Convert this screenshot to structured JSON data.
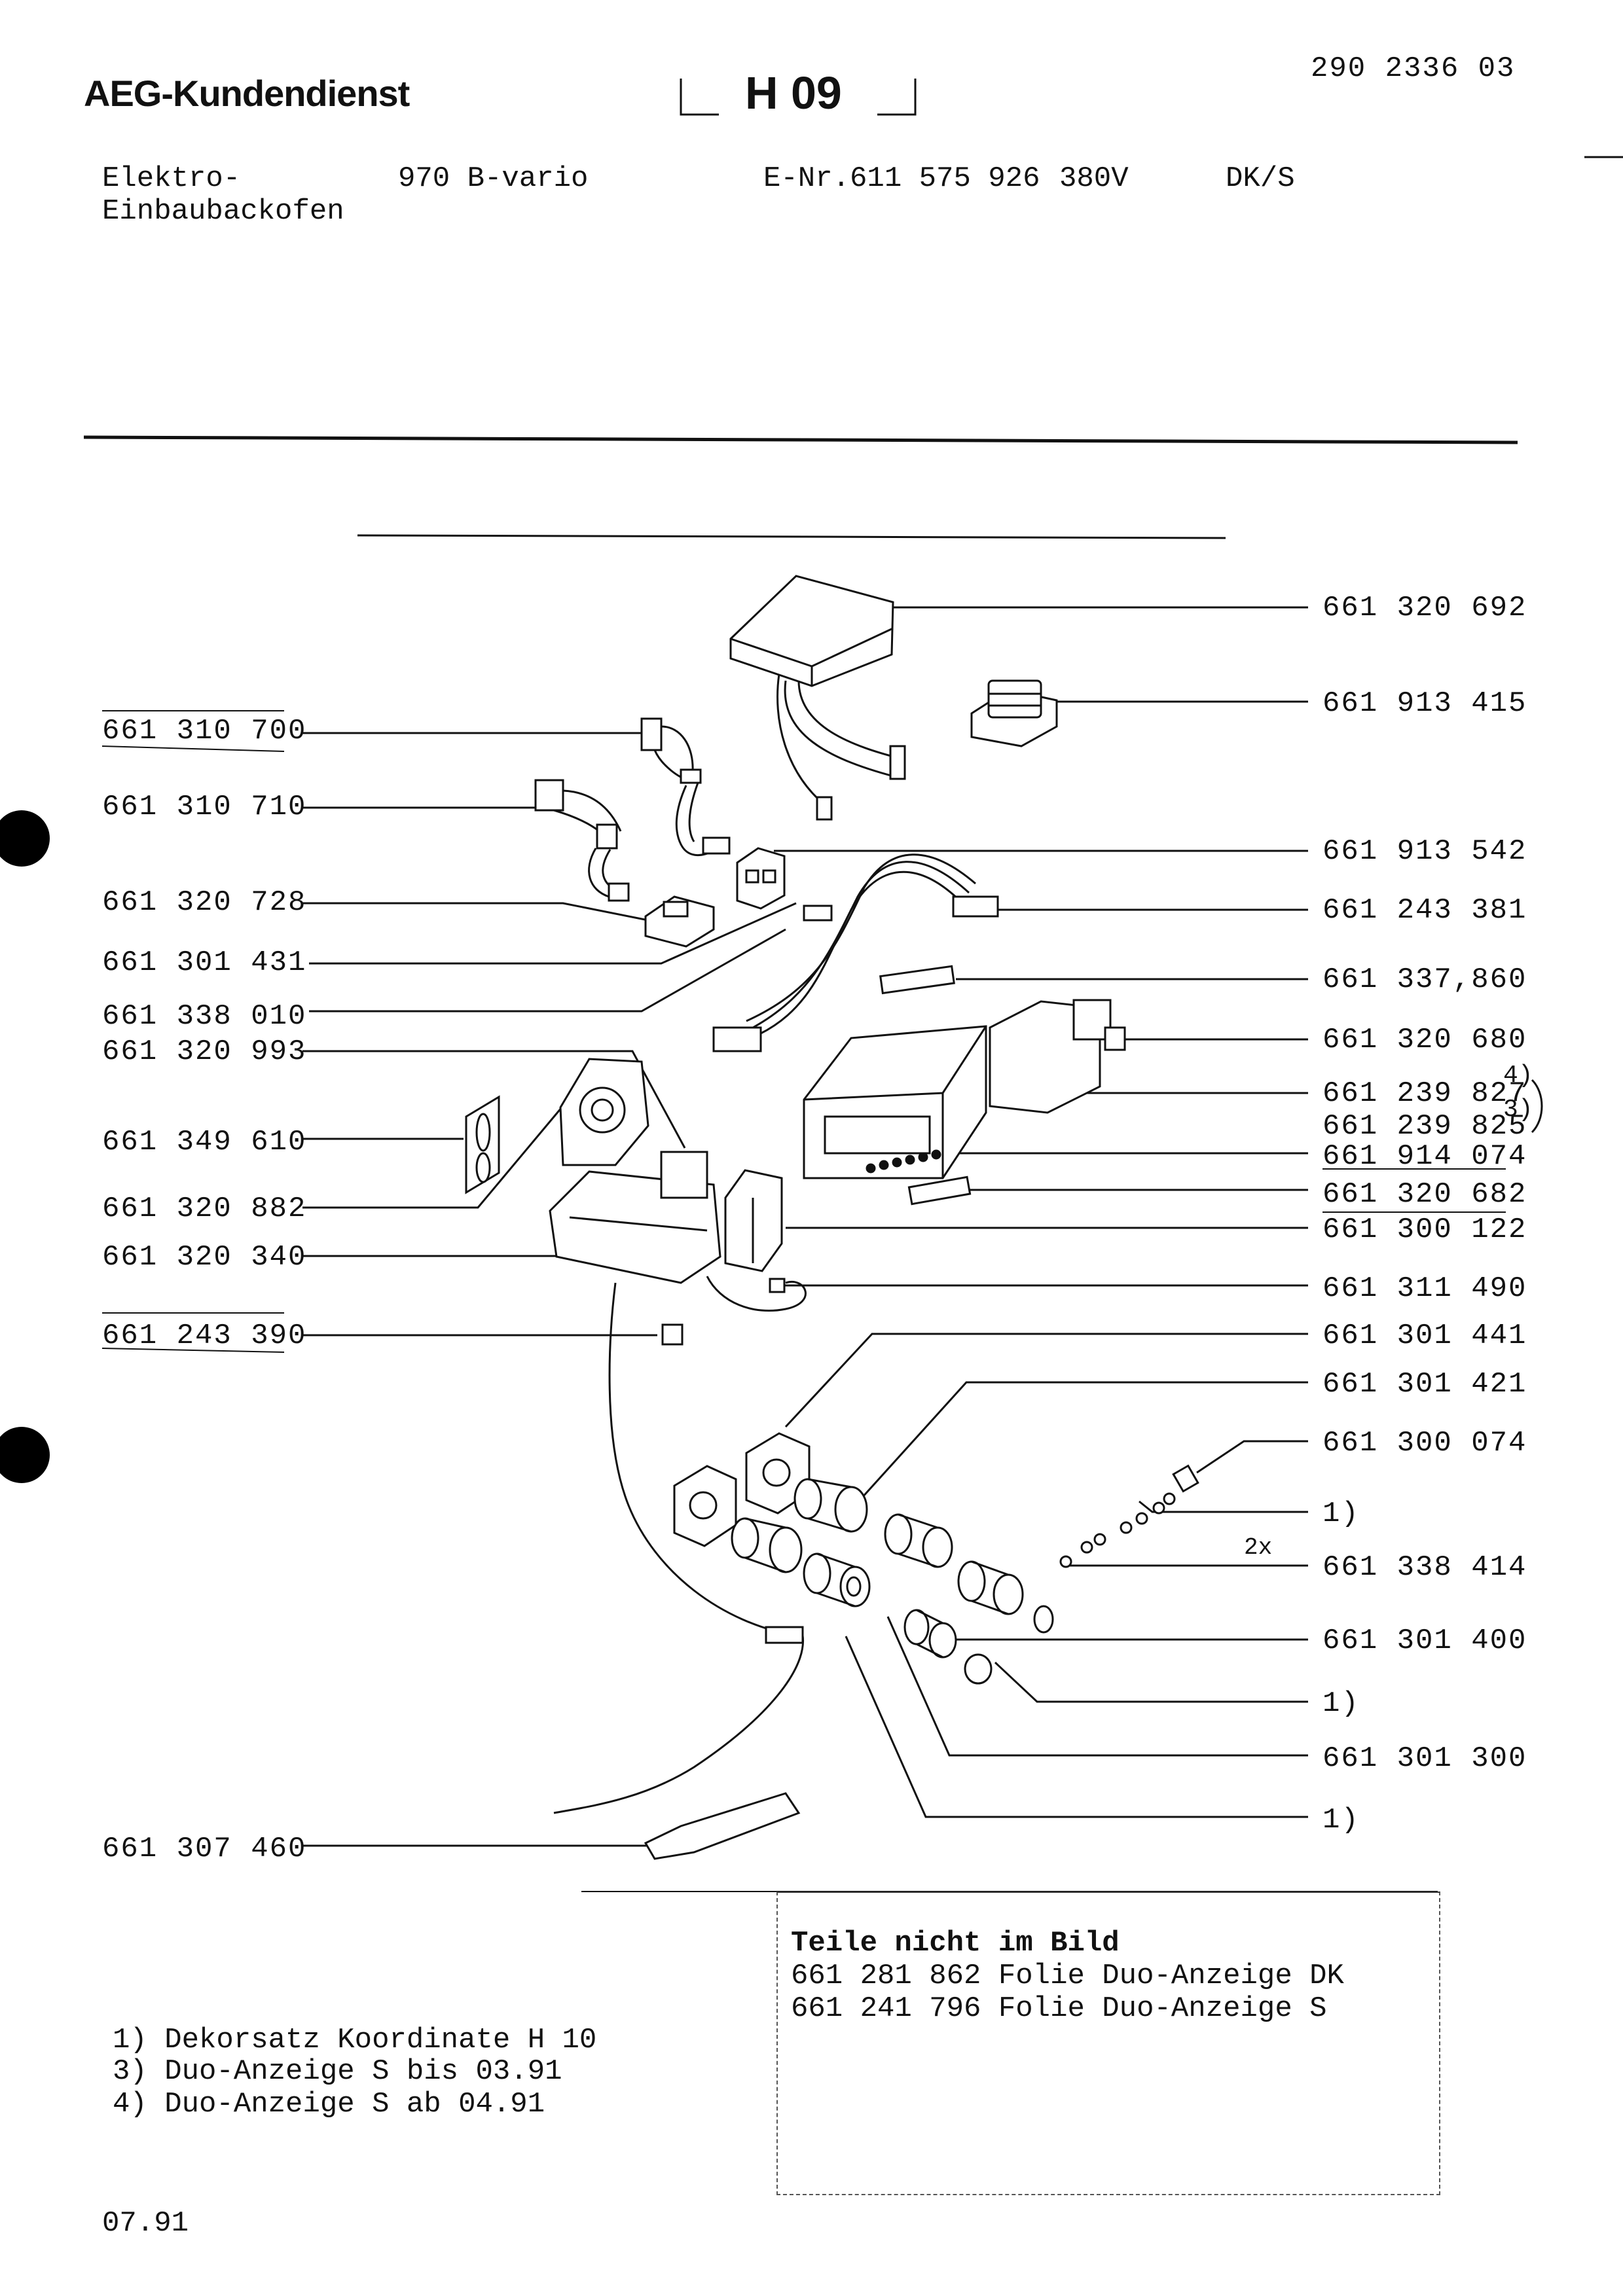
{
  "header": {
    "brand": "AEG-Kundendienst",
    "code": "H 09",
    "doc_number": "290 2336 03"
  },
  "product": {
    "type_line1": "Elektro-",
    "type_line2": "Einbaubackofen",
    "model": "970 B-vario",
    "enr": "E-Nr.611 575 926",
    "voltage": "380V",
    "variant": "DK/S"
  },
  "parts_left": [
    "661 310 700",
    "661 310 710",
    "661 320 728",
    "661 301 431",
    "661 338 010",
    "661 320 993",
    "661 349 610",
    "661 320 882",
    "661 320 340",
    "661 243 390",
    "661 307 460"
  ],
  "parts_right": [
    "661 320 692",
    "661 913 415",
    "661 913 542",
    "661 243 381",
    "661 337,860",
    "661 320 680",
    "661 239 827",
    "661 239 825",
    "661 914 074",
    "661 320 682",
    "661 300 122",
    "661 311 490",
    "661 301 441",
    "661 301 421",
    "661 300 074",
    "1)",
    "661 338 414",
    "661 301 400",
    "1)",
    "661 301 300",
    "1)"
  ],
  "superscripts": {
    "s4": "4)",
    "s3": "3)"
  },
  "qty_note": "2x",
  "not_shown": {
    "title": "Teile nicht im Bild",
    "items": [
      "661 281 862 Folie Duo-Anzeige DK",
      "661 241 796 Folie Duo-Anzeige S"
    ]
  },
  "footnotes": [
    "1) Dekorsatz Koordinate H 10",
    "3) Duo-Anzeige S bis 03.91",
    "4) Duo-Anzeige S ab  04.91"
  ],
  "date": "07.91"
}
